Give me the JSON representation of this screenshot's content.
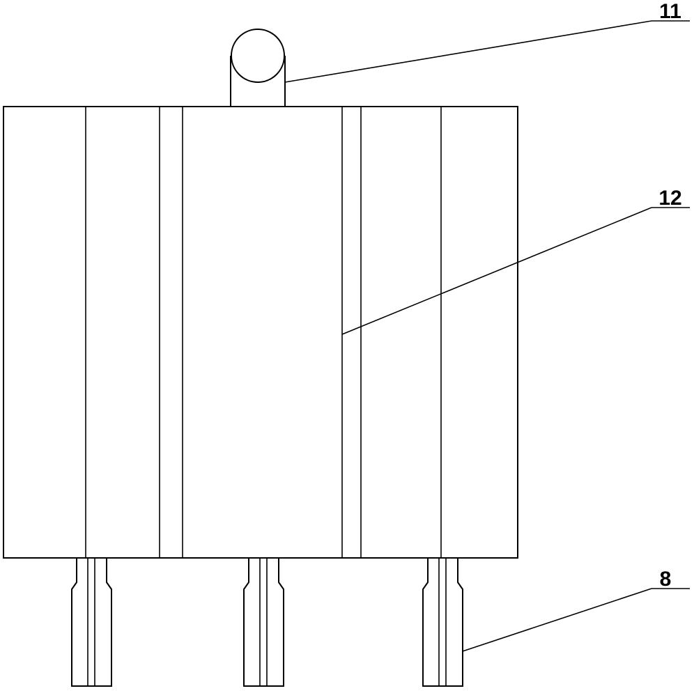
{
  "labels": {
    "part_11": "11",
    "part_12": "12",
    "part_8": "8"
  },
  "colors": {
    "stroke": "#000000",
    "background": "#ffffff"
  }
}
